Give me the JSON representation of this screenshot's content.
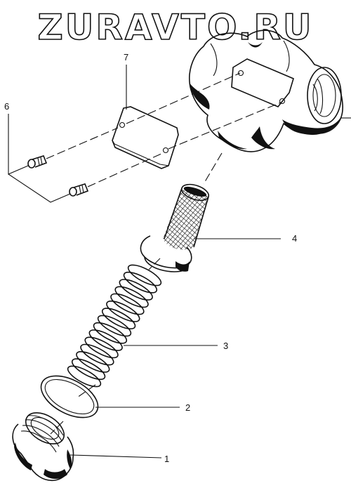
{
  "watermark": "ZURAVTO.RU",
  "callouts": {
    "c1": "1",
    "c2": "2",
    "c3": "3",
    "c4": "4",
    "c6": "6",
    "c7": "7"
  },
  "colors": {
    "ink": "#111111",
    "paper": "#ffffff"
  }
}
